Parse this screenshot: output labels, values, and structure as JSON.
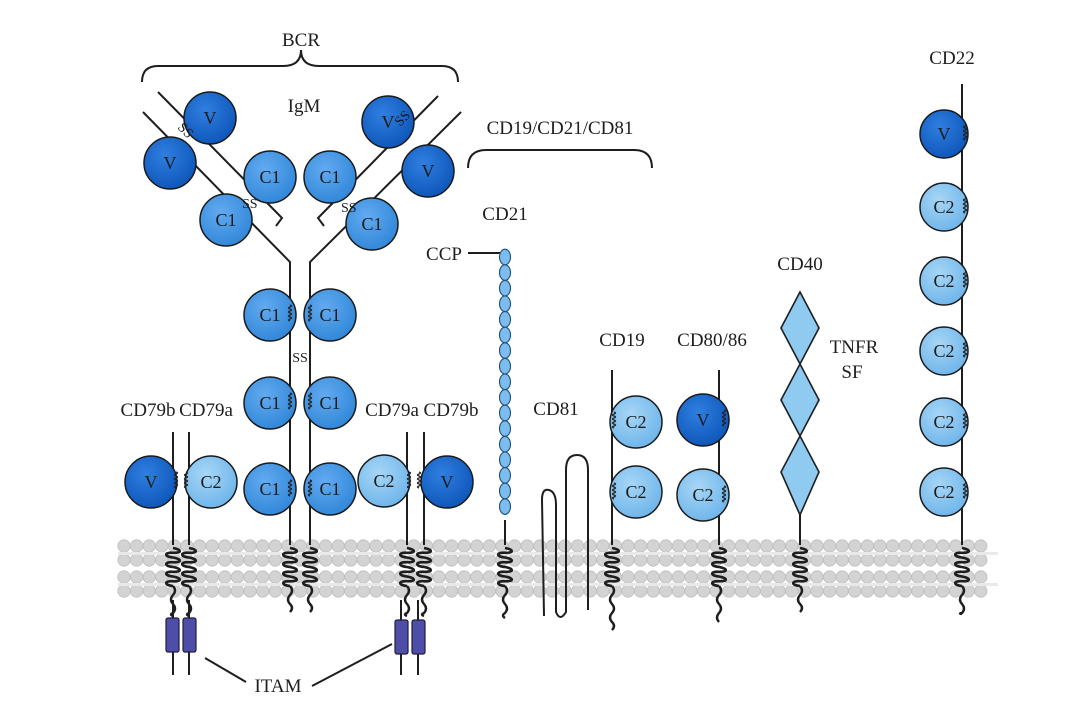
{
  "labels": {
    "bcr": "BCR",
    "igm": "IgM",
    "cd19_cd21_cd81": "CD19/CD21/CD81",
    "cd21": "CD21",
    "ccp": "CCP",
    "cd19": "CD19",
    "cd80_86": "CD80/86",
    "cd40": "CD40",
    "tnfr": "TNFR",
    "sf": "SF",
    "cd22": "CD22",
    "cd81": "CD81",
    "cd79b_left": "CD79b",
    "cd79a_left": "CD79a",
    "cd79a_right": "CD79a",
    "cd79b_right": "CD79b",
    "itam": "ITAM"
  },
  "disulfide": "SS",
  "domain_symbols": {
    "v": "V",
    "c1": "C1",
    "c2": "C2"
  },
  "colors": {
    "v_domain": "#1260c8",
    "c1_domain": "#3f92e2",
    "c2_domain": "#80c0ee",
    "ccp_bead": "#7dbcee",
    "tnfr_diamond": "#8fcaf0",
    "membrane": "#d3d3d3",
    "itam_box": "#4e4ea8"
  }
}
